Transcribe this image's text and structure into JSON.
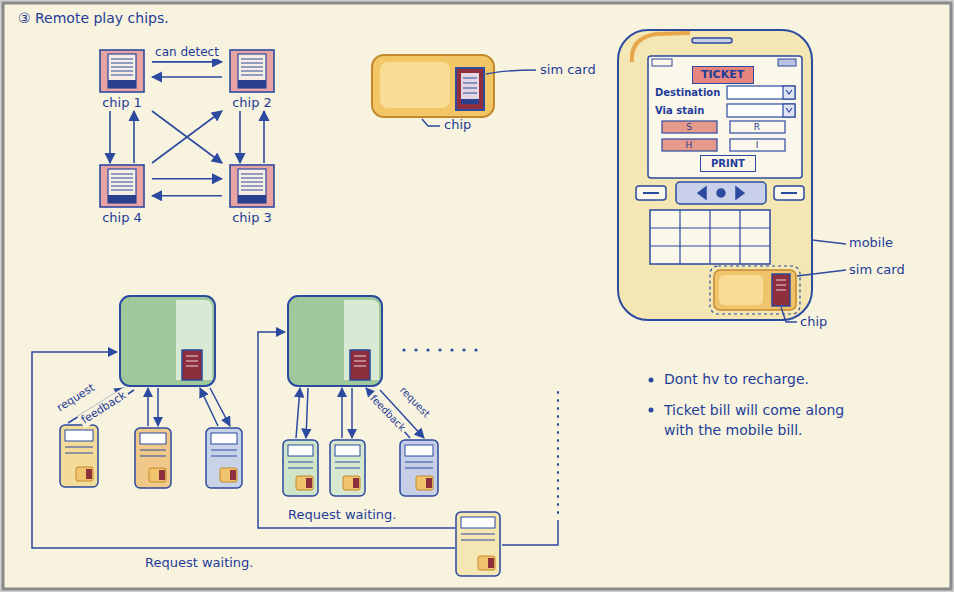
{
  "diagram": {
    "title": "③ Remote play chips.",
    "nodes": [
      {
        "text": [
          "chip 1"
        ]
      },
      {
        "text": [
          "chip 2"
        ]
      },
      {
        "text": [
          "chip 4"
        ]
      },
      {
        "text": [
          "chip 3"
        ]
      },
      {
        "text": [
          "TICKET"
        ]
      },
      {
        "text": [
          "PRINT"
        ]
      }
    ],
    "edges": [
      {
        "from": 0,
        "to": 1,
        "label": "can detect",
        "arrow": "to"
      },
      {
        "from": 1,
        "to": 0,
        "arrow": "to"
      },
      {
        "from": 0,
        "to": 2,
        "arrow": "to"
      },
      {
        "from": 2,
        "to": 0,
        "arrow": "to"
      },
      {
        "from": 1,
        "to": 3,
        "arrow": "to"
      },
      {
        "from": 3,
        "to": 1,
        "arrow": "to"
      },
      {
        "from": 0,
        "to": 3,
        "arrow": "to"
      },
      {
        "from": 2,
        "to": 1,
        "arrow": "to"
      },
      {
        "from": 2,
        "to": 3,
        "arrow": "to"
      },
      {
        "from": 3,
        "to": 2,
        "arrow": "to"
      }
    ],
    "labels": [
      "sim card",
      "chip",
      "Destination",
      "Via stain",
      "S",
      "R",
      "H",
      "I",
      "mobile",
      "sim card",
      "chip",
      "Dont hv to recharge.",
      "Ticket bill will come along with the mobile bill.",
      "request",
      "feedback",
      "feedback",
      "request",
      "Request waiting.",
      "Request waiting."
    ]
  }
}
